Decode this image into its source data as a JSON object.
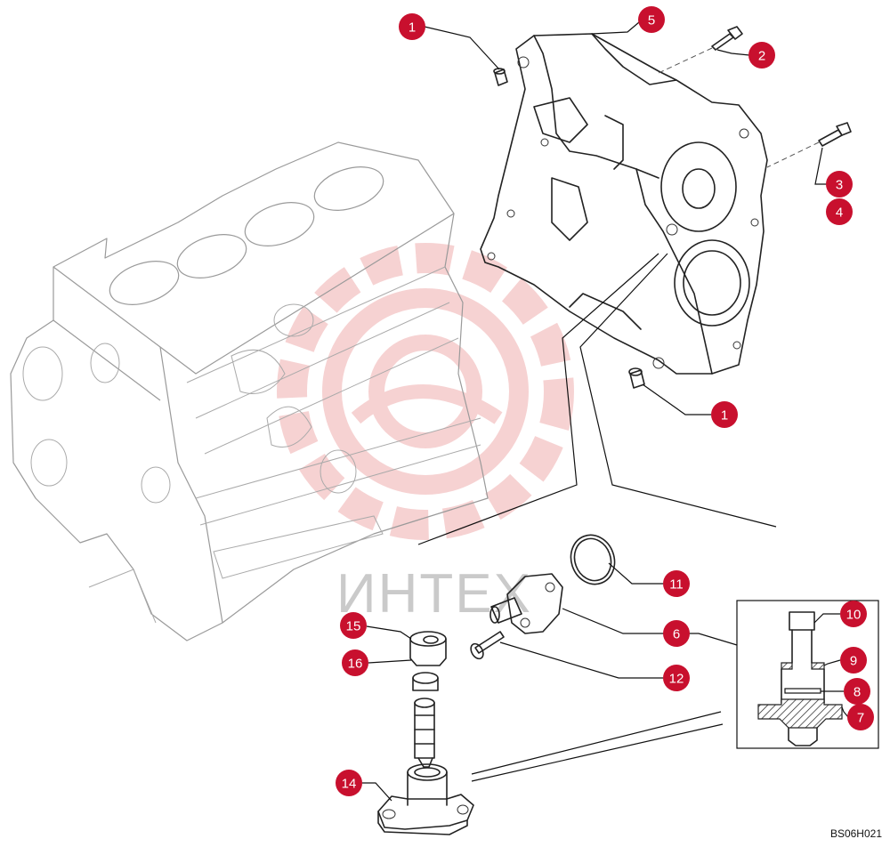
{
  "diagram": {
    "figure_code": "BS06H021",
    "watermark": {
      "text": "ИНТЕХ",
      "color": "#e8a0a0"
    },
    "callout_color": "#c8102e",
    "callouts": [
      {
        "id": "c1a",
        "label": "1"
      },
      {
        "id": "c5",
        "label": "5"
      },
      {
        "id": "c2",
        "label": "2"
      },
      {
        "id": "c3",
        "label": "3"
      },
      {
        "id": "c4",
        "label": "4"
      },
      {
        "id": "c1b",
        "label": "1"
      },
      {
        "id": "c11",
        "label": "11"
      },
      {
        "id": "c6",
        "label": "6"
      },
      {
        "id": "c12",
        "label": "12"
      },
      {
        "id": "c15",
        "label": "15"
      },
      {
        "id": "c16",
        "label": "16"
      },
      {
        "id": "c14",
        "label": "14"
      },
      {
        "id": "c10",
        "label": "10"
      },
      {
        "id": "c9",
        "label": "9"
      },
      {
        "id": "c8",
        "label": "8"
      },
      {
        "id": "c7",
        "label": "7"
      }
    ]
  }
}
